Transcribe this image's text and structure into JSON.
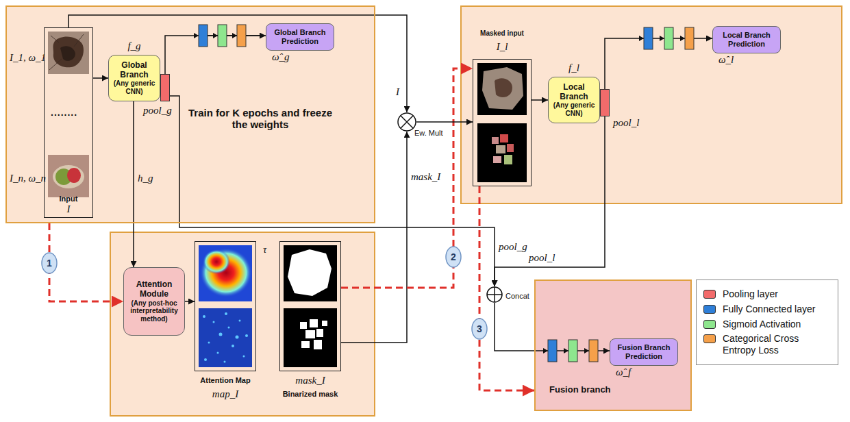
{
  "diagram": {
    "nodes": [
      {
        "text": [
          "Train for K epochs and freeze the weights"
        ]
      },
      {
        "text": [
          "Input",
          "I"
        ],
        "in": 0
      },
      {
        "text": [
          "f_g",
          "Global Branch",
          "(Any generic CNN)"
        ],
        "in": 0
      },
      {
        "text": [
          "pool_g"
        ],
        "in": 0
      },
      {
        "text": [
          "Global Branch Prediction",
          "ω̂_g"
        ],
        "in": 0
      },
      {
        "text": [
          "Attention Module",
          "(Any post-hoc interpretability method)"
        ]
      },
      {
        "text": [
          "Attention Map",
          "map_I"
        ]
      },
      {
        "text": [
          "mask_I",
          "Binarized mask"
        ]
      },
      {
        "text": [
          "Ew. Mult"
        ]
      },
      {
        "text": [
          "Masked input",
          "I_l"
        ]
      },
      {
        "text": [
          "f_l",
          "Local Branch",
          "(Any generic CNN)"
        ]
      },
      {
        "text": [
          "pool_l"
        ]
      },
      {
        "text": [
          "Local Branch Prediction",
          "ω̂_l"
        ]
      },
      {
        "text": [
          "Concat"
        ]
      },
      {
        "text": [
          "Fusion branch"
        ]
      },
      {
        "text": [
          "Fusion Branch Prediction",
          "ω̂_f"
        ],
        "in": 14
      },
      {
        "text": [
          "1"
        ]
      },
      {
        "text": [
          "2"
        ]
      },
      {
        "text": [
          "3"
        ]
      }
    ],
    "edges": [
      {
        "from": 1,
        "to": 2,
        "arrow": "to"
      },
      {
        "from": 1,
        "to": 8,
        "arrow": "to",
        "label": "I"
      },
      {
        "from": 3,
        "to": 4,
        "arrow": "to"
      },
      {
        "from": 2,
        "to": 5,
        "arrow": "to",
        "label": "h_g"
      },
      {
        "from": 0,
        "to": 5,
        "arrow": "to"
      },
      {
        "from": 5,
        "to": 6,
        "arrow": "to"
      },
      {
        "from": 7,
        "to": 8,
        "arrow": "to",
        "label": "mask_I"
      },
      {
        "from": 7,
        "to": 9,
        "arrow": "to"
      },
      {
        "from": 8,
        "to": 9,
        "arrow": "to"
      },
      {
        "from": 9,
        "to": 10,
        "arrow": "to"
      },
      {
        "from": 11,
        "to": 12,
        "arrow": "to"
      },
      {
        "from": 9,
        "to": 14,
        "arrow": "to"
      },
      {
        "from": 3,
        "to": 13,
        "arrow": "to",
        "label": "pool_g"
      },
      {
        "from": 11,
        "to": 13,
        "arrow": "to",
        "label": "pool_l"
      },
      {
        "from": 13,
        "to": 15,
        "arrow": "to"
      }
    ],
    "labels": [
      "I_1, ω_1",
      "........",
      "I_n, ω_n",
      "τ"
    ],
    "legend": [
      {
        "text": "Pooling layer",
        "color": "#f26b6b"
      },
      {
        "text": "Fully Connected layer",
        "color": "#2f7fd8"
      },
      {
        "text": "Sigmoid Activation",
        "color": "#8ee68e"
      },
      {
        "text": "Categorical Cross Entropy Loss",
        "color": "#f5a04a"
      }
    ]
  }
}
